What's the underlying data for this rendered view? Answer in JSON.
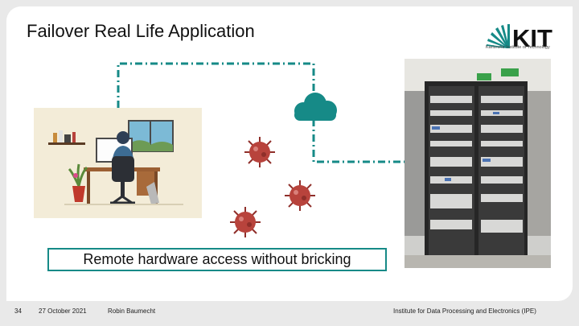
{
  "slide": {
    "title": "Failover Real Life Application",
    "caption": "Remote hardware access without bricking"
  },
  "logo": {
    "text": "KIT",
    "subtitle": "Karlsruhe Institute of Technology"
  },
  "footer": {
    "page_number": "34",
    "date": "27 October 2021",
    "author": "Robin Baumecht",
    "institute": "Institute for Data Processing and Electronics (IPE)"
  },
  "colors": {
    "accent_teal": "#168a87",
    "virus_red": "#b8433c",
    "background": "#e9e9e9"
  },
  "icons": [
    "cloud-icon",
    "virus-icon",
    "kit-logo"
  ]
}
